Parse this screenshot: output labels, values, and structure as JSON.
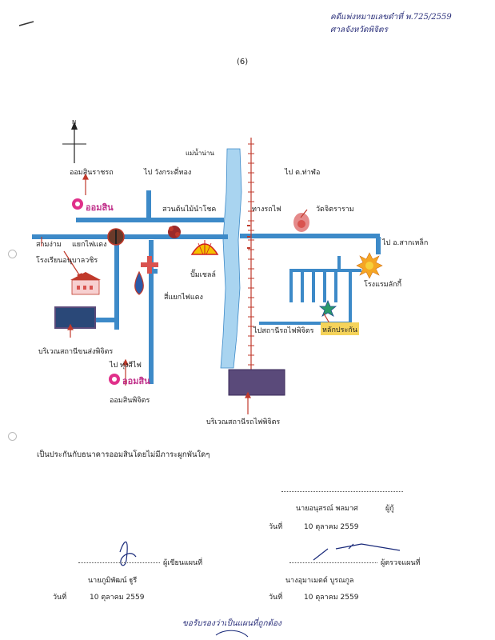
{
  "header": {
    "note_line1": "คดีแพ่งหมายเลขดำที่ พ.725/2559",
    "note_line2": "ศาลจังหวัดพิจิตร",
    "page_number": "(6)"
  },
  "map": {
    "north": "N",
    "labels": {
      "river": "แม่น้ำน่าน",
      "gsb_rachada": "ออมสินราชรถ",
      "to_wangkrad": "ไป วังกระดี่ทอง",
      "to_thaphon": "ไป ต.ท่าฬ่อ",
      "orchard": "สวนต้นไม้นำโชค",
      "railway": "ทางรถไฟ",
      "wat": "วัดจิตราราม",
      "to_sak_lek": "ไป อ.สากเหล็ก",
      "samngam": "สามง่าม",
      "red_light_junction": "แยกไฟแดง",
      "school": "โรงเรียนอนุบาลวชิร",
      "shell": "ปั๊มเชลล์",
      "hotel": "โรงแรมลักกี้",
      "red_light_junction_2": "สี่แยกไฟแดง",
      "bus_station": "บริเวณสถานีขนส่งพิจิตร",
      "to_thung_sai": "ไป ทุ่งสีไฟ",
      "to_station": "ไปสถานีรถไฟพิจิตร",
      "pin_label": "หลักประกัน",
      "gsb_phichit": "ออมสินพิจิตร",
      "train_station_area": "บริเวณสถานีรถไฟพิจิตร",
      "gsb_logo": "ออมสิน"
    }
  },
  "statement": "เป็นประกันกับธนาคารออมสินโดยไม่มีภาระผูกพันใดๆ",
  "borrower": {
    "name": "นายอนุสรณ์ พลมาศ",
    "role": "ผู้กู้",
    "date_label": "วันที่",
    "date": "10 ตุลาคม 2559"
  },
  "drafter": {
    "role": "ผู้เขียนแผนที่",
    "name": "นายภูมิพัฒน์ ฐูรี",
    "date_label": "วันที่",
    "date": "10 ตุลาคม 2559"
  },
  "checker": {
    "role": "ผู้ตรวจแผนที่",
    "name": "นางอุมาเมตต์ บูรณกูล",
    "date_label": "วันที่",
    "date": "10 ตุลาคม 2559"
  },
  "footer_note": "ขอรับรองว่าเป็นแผนที่ถูกต้อง",
  "colors": {
    "road": "#3d8ac8",
    "river": "#a9d4f0",
    "railway": "#c0392b",
    "handwriting": "#2a2f7a",
    "building": "#5a4a7a",
    "pin_label_bg": "#f5d35a"
  }
}
